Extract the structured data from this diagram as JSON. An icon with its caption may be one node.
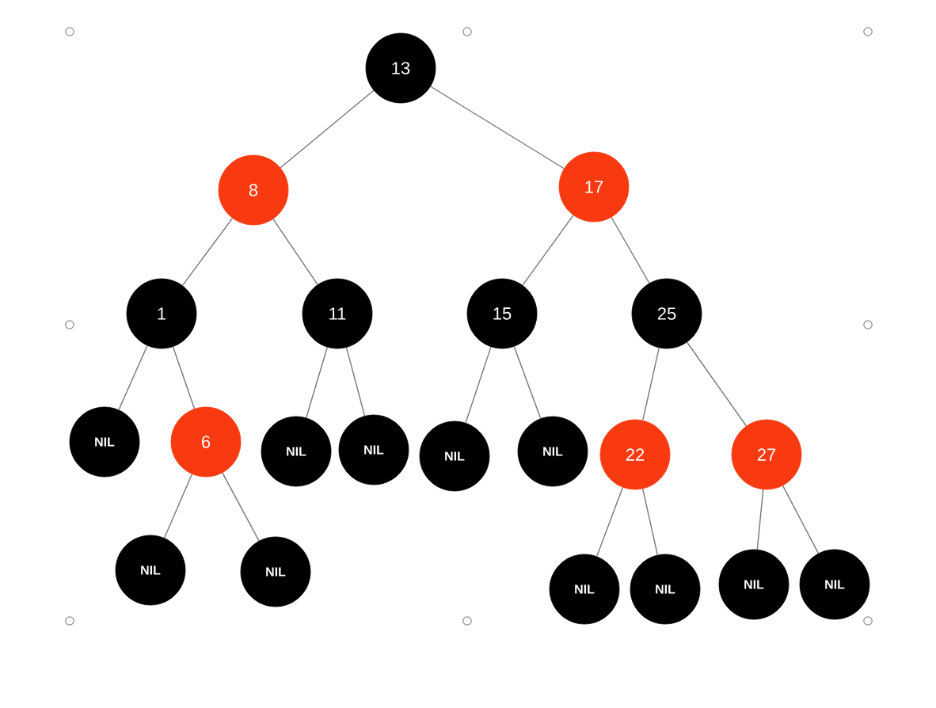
{
  "diagram": {
    "nodes": [
      {
        "text": [
          "13"
        ]
      },
      {
        "text": [
          "8"
        ]
      },
      {
        "text": [
          "17"
        ]
      },
      {
        "text": [
          "1"
        ]
      },
      {
        "text": [
          "11"
        ]
      },
      {
        "text": [
          "15"
        ]
      },
      {
        "text": [
          "25"
        ]
      },
      {
        "text": [
          "NIL"
        ]
      },
      {
        "text": [
          "6"
        ]
      },
      {
        "text": [
          "NIL"
        ]
      },
      {
        "text": [
          "NIL"
        ]
      },
      {
        "text": [
          "NIL"
        ]
      },
      {
        "text": [
          "NIL"
        ]
      },
      {
        "text": [
          "22"
        ]
      },
      {
        "text": [
          "27"
        ]
      },
      {
        "text": [
          "NIL"
        ]
      },
      {
        "text": [
          "NIL"
        ]
      },
      {
        "text": [
          "NIL"
        ]
      },
      {
        "text": [
          "NIL"
        ]
      },
      {
        "text": [
          "NIL"
        ]
      },
      {
        "text": [
          "NIL"
        ]
      }
    ],
    "edges": [
      {
        "from": 0,
        "to": 1,
        "arrow": "none"
      },
      {
        "from": 0,
        "to": 2,
        "arrow": "none"
      },
      {
        "from": 1,
        "to": 3,
        "arrow": "none"
      },
      {
        "from": 1,
        "to": 4,
        "arrow": "none"
      },
      {
        "from": 2,
        "to": 5,
        "arrow": "none"
      },
      {
        "from": 2,
        "to": 6,
        "arrow": "none"
      },
      {
        "from": 3,
        "to": 7,
        "arrow": "none"
      },
      {
        "from": 3,
        "to": 8,
        "arrow": "none"
      },
      {
        "from": 4,
        "to": 9,
        "arrow": "none"
      },
      {
        "from": 4,
        "to": 10,
        "arrow": "none"
      },
      {
        "from": 5,
        "to": 11,
        "arrow": "none"
      },
      {
        "from": 5,
        "to": 12,
        "arrow": "none"
      },
      {
        "from": 6,
        "to": 13,
        "arrow": "none"
      },
      {
        "from": 6,
        "to": 14,
        "arrow": "none"
      },
      {
        "from": 8,
        "to": 15,
        "arrow": "none"
      },
      {
        "from": 8,
        "to": 16,
        "arrow": "none"
      },
      {
        "from": 13,
        "to": 17,
        "arrow": "none"
      },
      {
        "from": 13,
        "to": 18,
        "arrow": "none"
      },
      {
        "from": 14,
        "to": 19,
        "arrow": "none"
      },
      {
        "from": 14,
        "to": 20,
        "arrow": "none"
      }
    ]
  }
}
